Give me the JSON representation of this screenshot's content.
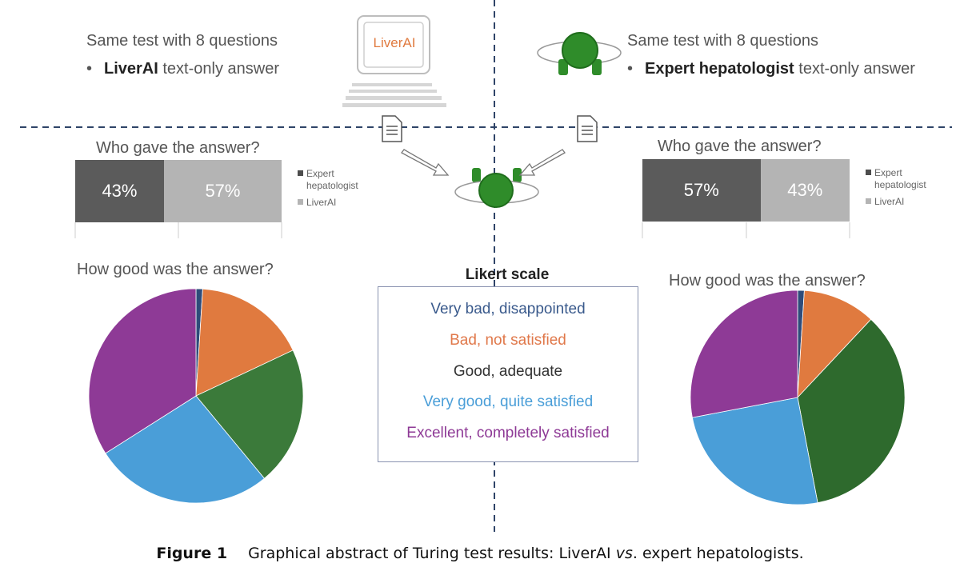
{
  "left_header": {
    "line1": "Same test with 8 questions",
    "line2_bullet": "•",
    "line2_bold": "LiverAI",
    "line2_rest": " text-only answer"
  },
  "right_header": {
    "line1": "Same test with 8 questions",
    "line2_bullet": "•",
    "line2_bold": "Expert hepatologist",
    "line2_rest": " text-only answer"
  },
  "logo_text": "LiverAI",
  "left_bar": {
    "title": "Who gave the answer?",
    "segments": [
      {
        "label": "43%",
        "value": 43,
        "color": "#5b5b5b"
      },
      {
        "label": "57%",
        "value": 57,
        "color": "#b4b4b4"
      }
    ],
    "legend": [
      {
        "label": "Expert\nhepatologist",
        "line1": "Expert",
        "line2": "hepatologist",
        "color": "#4d4d4d"
      },
      {
        "label": "LiverAI",
        "color": "#b4b4b4"
      }
    ]
  },
  "right_bar": {
    "title": "Who gave the answer?",
    "segments": [
      {
        "label": "57%",
        "value": 57,
        "color": "#5b5b5b"
      },
      {
        "label": "43%",
        "value": 43,
        "color": "#b4b4b4"
      }
    ],
    "legend": [
      {
        "line1": "Expert",
        "line2": "hepatologist",
        "color": "#4d4d4d"
      },
      {
        "label": "LiverAI",
        "color": "#b4b4b4"
      }
    ]
  },
  "likert": {
    "title": "Likert scale",
    "items": [
      {
        "label": "Very bad, disappointed",
        "color": "#3a5a8c"
      },
      {
        "label": "Bad, not satisfied",
        "color": "#e0784a"
      },
      {
        "label": "Good, adequate",
        "color": "#333333"
      },
      {
        "label": "Very good, quite satisfied",
        "color": "#4a9ed8"
      },
      {
        "label": "Excellent, completely satisfied",
        "color": "#8e3a96"
      }
    ]
  },
  "chart_data": [
    {
      "type": "bar",
      "title": "Who gave the answer?",
      "categories": [
        "Expert hepatologist",
        "LiverAI"
      ],
      "values": [
        43,
        57
      ],
      "stacked": true,
      "legend_position": "right"
    },
    {
      "type": "bar",
      "title": "Who gave the answer?",
      "categories": [
        "Expert hepatologist",
        "LiverAI"
      ],
      "values": [
        57,
        43
      ],
      "stacked": true,
      "legend_position": "right"
    },
    {
      "type": "pie",
      "title": "How good was the answer?",
      "categories": [
        "Very bad, disappointed",
        "Bad, not satisfied",
        "Good, adequate",
        "Very good, quite satisfied",
        "Excellent, completely satisfied"
      ],
      "values": [
        1,
        17,
        21,
        27,
        34
      ],
      "colors": [
        "#2e4c7a",
        "#e07a3f",
        "#3b7a3a",
        "#4a9ed8",
        "#8e3a96"
      ]
    },
    {
      "type": "pie",
      "title": "How good was the answer?",
      "categories": [
        "Very bad, disappointed",
        "Bad, not satisfied",
        "Good, adequate",
        "Very good, quite satisfied",
        "Excellent, completely satisfied"
      ],
      "values": [
        1,
        11,
        35,
        25,
        28
      ],
      "colors": [
        "#2e4c7a",
        "#e07a3f",
        "#2e6a2d",
        "#4a9ed8",
        "#8e3a96"
      ]
    }
  ],
  "caption": {
    "label": "Figure 1",
    "text_pre": "Graphical abstract of Turing test results: LiverAI ",
    "text_em": "vs",
    "text_post": ". expert hepatologists."
  },
  "colors": {
    "dash": "#2f4468",
    "green": "#2f8c2a",
    "green_dark": "#1f6d1c"
  }
}
